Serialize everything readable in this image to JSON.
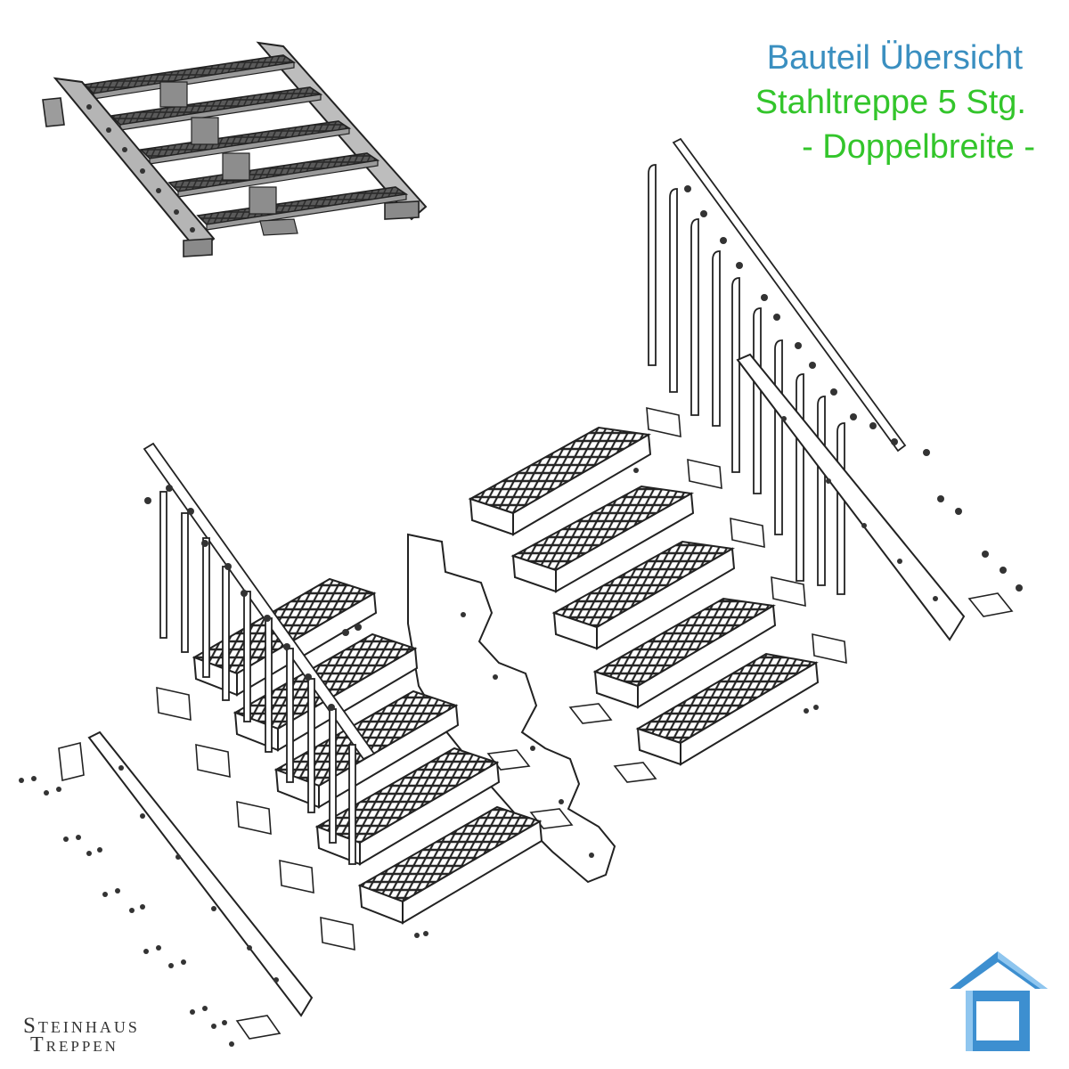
{
  "header": {
    "line1": "Bauteil Übersicht",
    "line2": "Stahltreppe 5 Stg.",
    "line3": "- Doppelbreite -"
  },
  "brand": {
    "line1": "Steinhaus",
    "line2": "Treppen"
  },
  "colors": {
    "title_blue": "#3a8fc0",
    "title_green": "#33c52b",
    "logo_blue": "#3d8fd0",
    "logo_light": "#8fc6ef"
  },
  "icons": {
    "logo": "house-icon"
  }
}
